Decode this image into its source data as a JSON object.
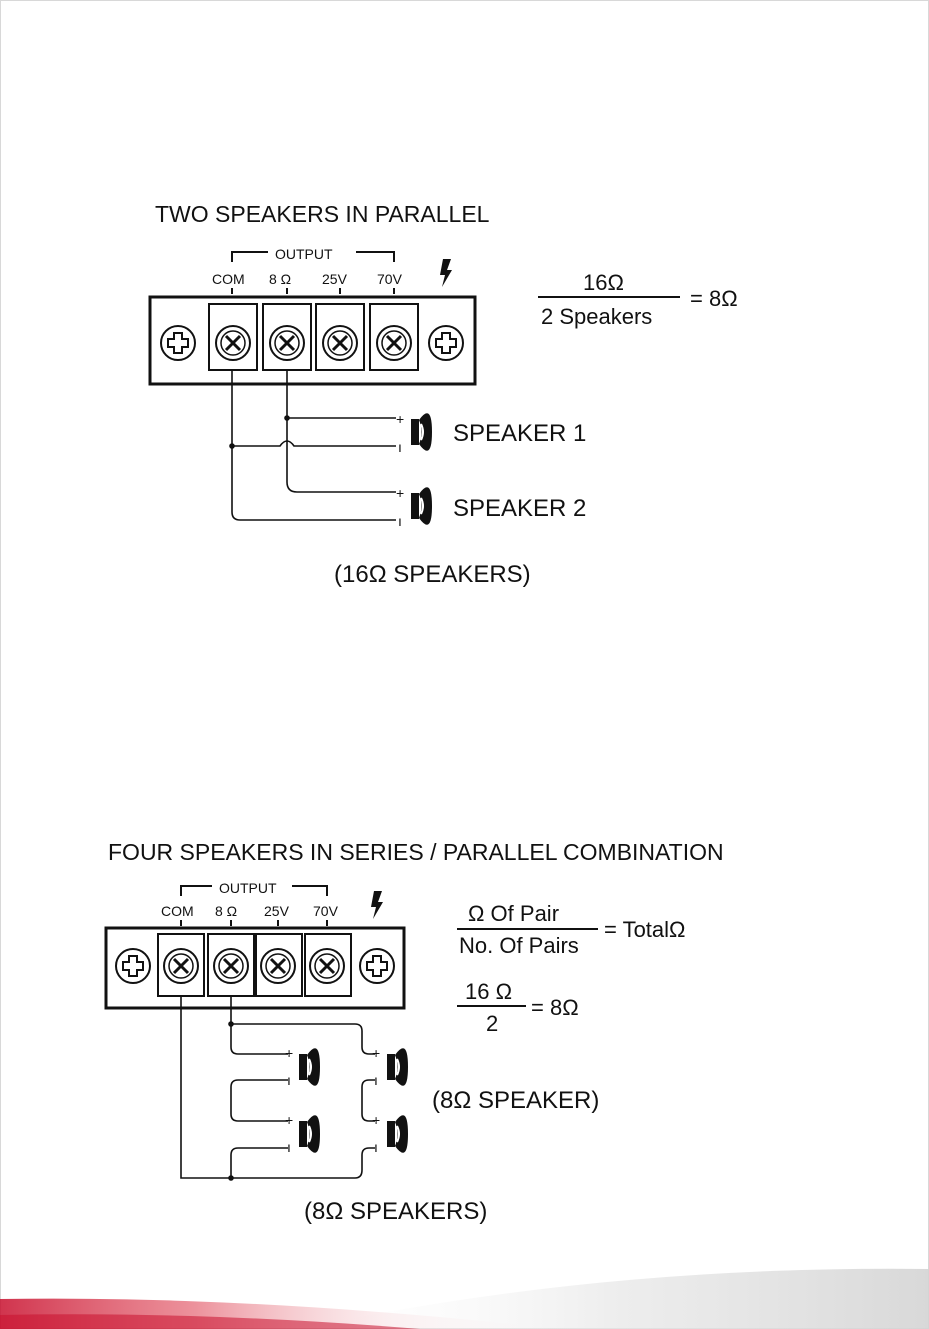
{
  "colors": {
    "ink": "#111111",
    "accent": "#c8102e",
    "panel": "#ffffff"
  },
  "diagram1": {
    "title": "TWO SPEAKERS IN PARALLEL",
    "output_label": "OUTPUT",
    "terminals": [
      "COM",
      "8 Ω",
      "25V",
      "70V"
    ],
    "ground_icon": "lightning-icon",
    "formula": {
      "numerator": "16Ω",
      "denominator": "2 Speakers",
      "result": "= 8Ω"
    },
    "speakers": [
      {
        "label": "SPEAKER 1",
        "plus": "+",
        "minus": "ı"
      },
      {
        "label": "SPEAKER 2",
        "plus": "+",
        "minus": "ı"
      }
    ],
    "caption": "(16Ω SPEAKERS)"
  },
  "diagram2": {
    "title": "FOUR SPEAKERS IN SERIES / PARALLEL COMBINATION",
    "output_label": "OUTPUT",
    "terminals": [
      "COM",
      "8 Ω",
      "25V",
      "70V"
    ],
    "ground_icon": "lightning-icon",
    "formula1": {
      "numerator": "Ω Of Pair",
      "denominator": "No. Of Pairs",
      "result": "= TotalΩ"
    },
    "formula2": {
      "numerator": "16 Ω",
      "denominator": "2",
      "result": "= 8Ω"
    },
    "speaker_note": "(8Ω SPEAKER)",
    "plus": "+",
    "minus": "ı",
    "caption": "(8Ω SPEAKERS)"
  }
}
